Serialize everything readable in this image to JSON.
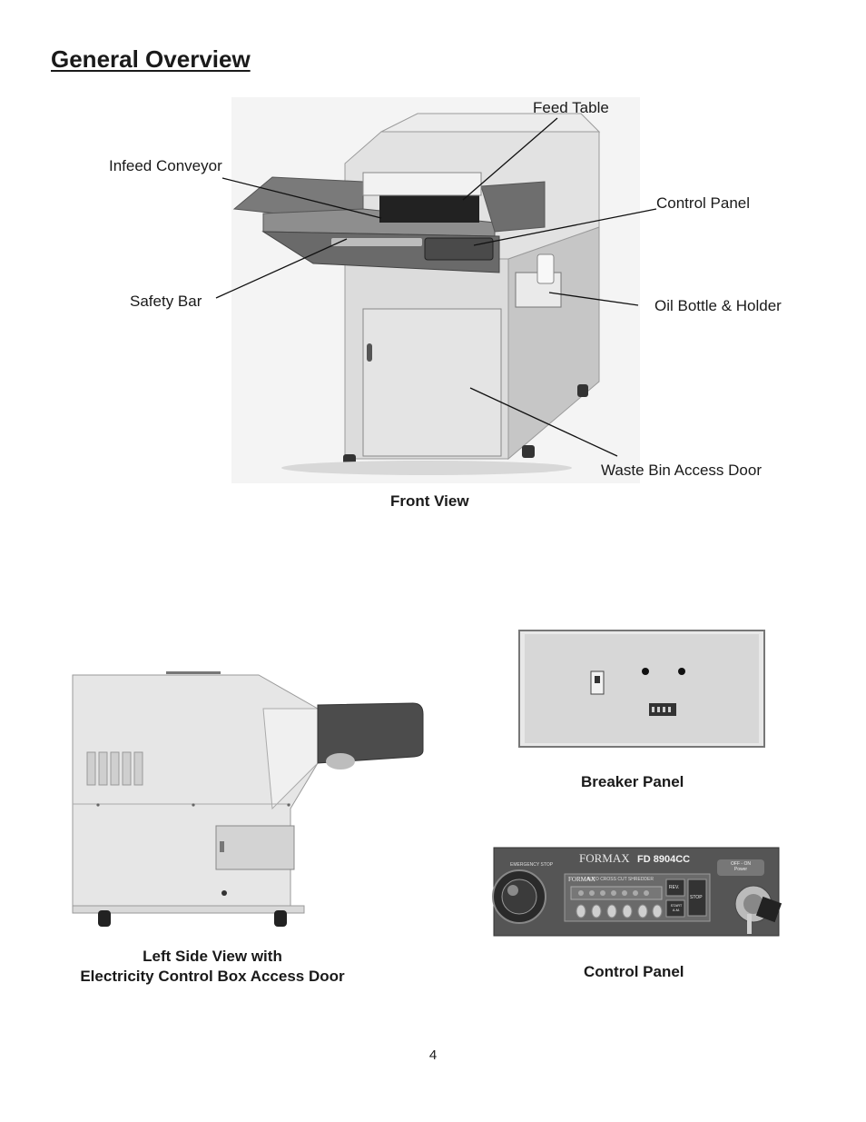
{
  "page": {
    "title": "General Overview",
    "page_number": "4"
  },
  "front_view": {
    "labels": {
      "feed_table": "Feed Table",
      "infeed_conveyor": "Infeed Conveyor",
      "control_panel": "Control Panel",
      "safety_bar": "Safety Bar",
      "oil_bottle": "Oil Bottle & Holder",
      "waste_bin": "Waste Bin Access Door"
    },
    "caption": "Front View"
  },
  "left_side_view": {
    "caption_line1": "Left Side View with",
    "caption_line2": "Electricity Control Box Access Door"
  },
  "breaker_panel": {
    "caption": "Breaker Panel"
  },
  "control_panel_photo": {
    "caption": "Control Panel",
    "brand": "FORMAX",
    "model": "FD 8904CC",
    "subtitle": "AUTO CROSS CUT SHREDDER",
    "emergency_label": "EMERGENCY STOP",
    "power_label": "OFF - ON\nPower",
    "btn_rev": "REV.",
    "btn_stop": "STOP",
    "btn_start": "START\nA.M."
  }
}
